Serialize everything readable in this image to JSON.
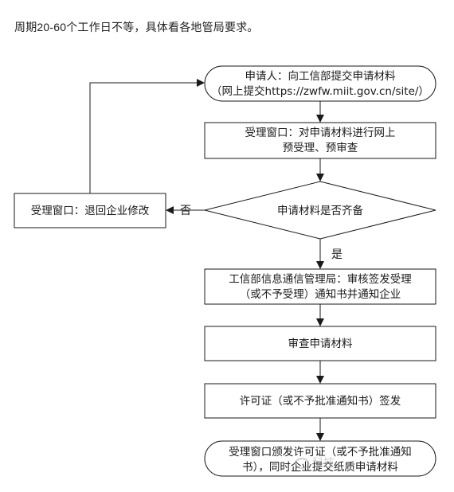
{
  "intro_text": "周期20-60个工作日不等，具体看各地管局要求。",
  "nodes": {
    "start": {
      "line1": "申请人：向工信部提交申请材料",
      "line2": "（网上提交https://zwfw.miit.gov.cn/site/）"
    },
    "prereview": {
      "line1": "受理窗口：对申请材料进行网上",
      "line2": "预受理、预审查"
    },
    "decision": {
      "text": "申请材料是否齐备"
    },
    "return": {
      "text": "受理窗口：退回企业修改"
    },
    "notify": {
      "line1": "工信部信息通信管理局：审核签发受理",
      "line2": "（或不予受理）通知书并通知企业"
    },
    "review": {
      "text": "审查申请材料"
    },
    "sign": {
      "text": "许可证（或不予批准通知书）签发"
    },
    "issue": {
      "line1": "受理窗口颁发许可证（或不予批准通知",
      "line2": "书），同时企业提交纸质申请材料"
    }
  },
  "edge_labels": {
    "no": "否",
    "yes": "是"
  },
  "watermark": {
    "text": "科技"
  }
}
